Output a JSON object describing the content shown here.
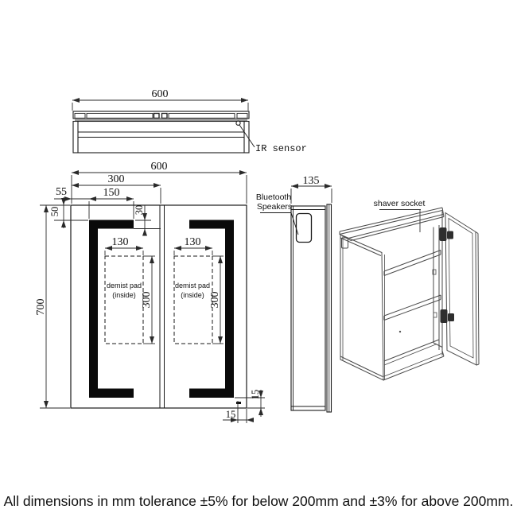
{
  "top_view": {
    "width_dim": "600",
    "ir_sensor_label": "IR sensor"
  },
  "front_view": {
    "width_dim": "600",
    "height_dim": "700",
    "door_width_dim": "300",
    "led_length_dim": "150",
    "side_offset_dim": "55",
    "top_offset_dim": "50",
    "led_thickness_dim": "30",
    "bottom_edge_dim": "15",
    "bottom_corner_dim": "15",
    "pads": [
      {
        "line1": "demist pad",
        "line2": "(inside)",
        "width_dim": "130",
        "height_dim": "300"
      },
      {
        "line1": "demist pad",
        "line2": "(inside)",
        "width_dim": "130",
        "height_dim": "300"
      }
    ]
  },
  "side_view": {
    "depth_dim": "135",
    "speaker_label": [
      "Bluetooth",
      "Speakers"
    ]
  },
  "iso_view": {
    "socket_label": "shaver socket"
  },
  "footer_note": "All dimensions in mm tolerance ±5% for below 200mm and ±3% for above 200mm.",
  "colors": {
    "object_line": "#1a1a1a",
    "dimension_line": "#2a2a2a",
    "iso_line": "#4a4a4a",
    "led_strip_fill": "#0a0a0a",
    "hinge_fill": "#2e2e2e",
    "top_strip_gray": "#999999",
    "background": "#ffffff"
  }
}
